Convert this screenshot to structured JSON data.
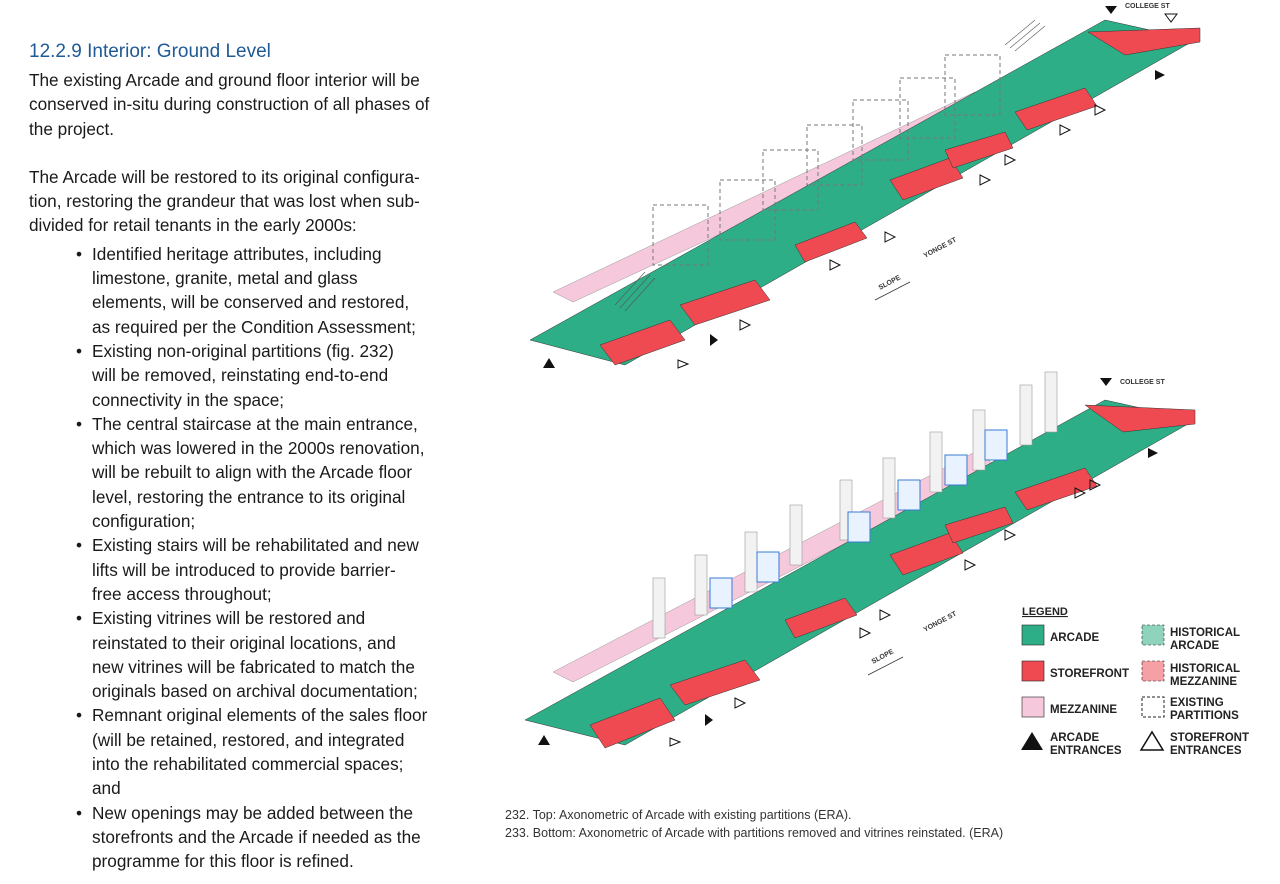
{
  "section": {
    "heading": "12.2.9  Interior: Ground Level",
    "para1_lines": [
      "The existing Arcade and ground floor interior will be",
      "conserved in-situ during construction of all phases of",
      "the project."
    ],
    "para2_lines": [
      "The Arcade will be restored to its original configura-",
      "tion, restoring the grandeur that was lost when sub-",
      "divided for retail tenants in the early 2000s:"
    ],
    "bullets": [
      [
        "Identified heritage attributes, including",
        "limestone, granite, metal and glass",
        "elements, will be conserved and restored,",
        "as required per the Condition Assessment;"
      ],
      [
        "Existing non-original partitions (fig. 232)",
        "will be removed, reinstating end-to-end",
        "connectivity in the space;"
      ],
      [
        "The central staircase at the main entrance,",
        "which was lowered in the 2000s renovation,",
        "will be rebuilt to align with the Arcade floor",
        "level, restoring the entrance to its original",
        "configuration;"
      ],
      [
        "Existing stairs will be rehabilitated and new",
        "lifts will be introduced to provide barrier-",
        "free access throughout;"
      ],
      [
        "Existing vitrines will be restored and",
        "reinstated to their original locations, and",
        "new vitrines will be fabricated to match the",
        "originals based on archival documentation;"
      ],
      [
        "Remnant original elements of the sales floor",
        "(will be retained, restored, and integrated",
        "into the rehabilitated commercial spaces;",
        "and"
      ],
      [
        "New openings may be added between the",
        "storefronts and the Arcade if needed as the",
        "programme for this floor is refined."
      ]
    ]
  },
  "diagram": {
    "street_college": "COLLEGE ST",
    "street_yonge": "YONGE ST",
    "slope_label": "SLOPE",
    "colors": {
      "arcade": "#2eae86",
      "storefront": "#ef4a52",
      "mezzanine": "#f6c8dc",
      "historical_arcade": "#8fd3bd",
      "historical_mezzanine": "#f4a0a4"
    },
    "legend": {
      "title": "LEGEND",
      "arcade": "ARCADE",
      "storefront": "STOREFRONT",
      "mezzanine": "MEZZANINE",
      "arcade_entrances": [
        "ARCADE",
        "ENTRANCES"
      ],
      "historical_arcade": [
        "HISTORICAL",
        "ARCADE"
      ],
      "historical_mezzanine": [
        "HISTORICAL",
        "MEZZANINE"
      ],
      "existing_partitions": [
        "EXISTING",
        "PARTITIONS"
      ],
      "storefront_entrances": [
        "STOREFRONT",
        "ENTRANCES"
      ]
    }
  },
  "captions": [
    "232.  Top: Axonometric of Arcade with existing partitions (ERA).",
    "233.  Bottom: Axonometric of Arcade with partitions removed and vitrines reinstated. (ERA)"
  ]
}
